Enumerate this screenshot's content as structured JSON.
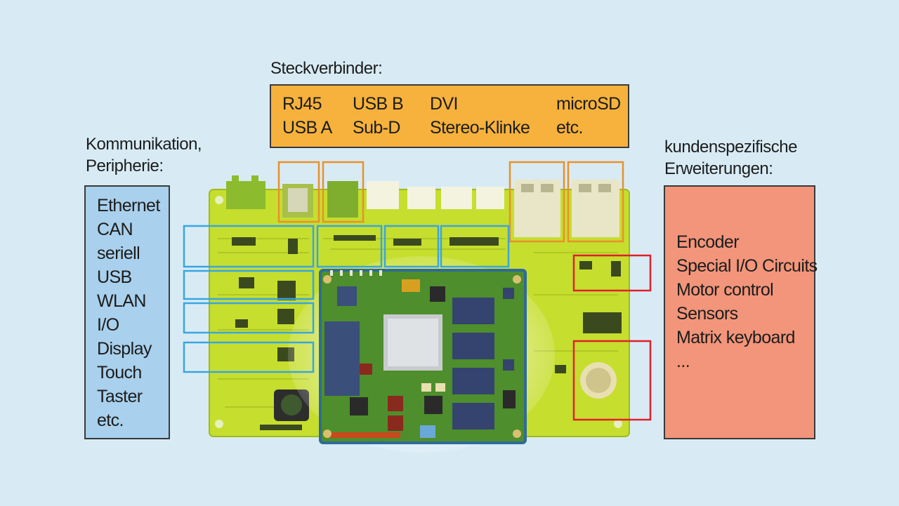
{
  "top": {
    "heading": "Steckverbinder:",
    "connectors": [
      [
        "RJ45",
        "USB B",
        "DVI",
        "microSD"
      ],
      [
        "USB A",
        "Sub-D",
        "Stereo-Klinke",
        "etc."
      ]
    ]
  },
  "left": {
    "heading": [
      "Kommunikation,",
      "Peripherie:"
    ],
    "items": [
      "Ethernet",
      "CAN",
      "seriell",
      "USB",
      "WLAN",
      "I/O",
      "Display",
      "Touch",
      "Taster",
      "etc."
    ]
  },
  "right": {
    "heading": [
      "kundenspezifische",
      "Erweiterungen:"
    ],
    "items": [
      "Encoder",
      "Special I/O Circuits",
      "Motor control",
      "Sensors",
      "Matrix keyboard",
      "..."
    ]
  },
  "colors": {
    "background": "#d8ebf5",
    "connector_box": "#f6b23c",
    "peripheral_box": "#a9d0ec",
    "extension_box": "#f2957a",
    "board": "#c6de2e",
    "module": "#4e8e2c",
    "highlight_orange": "#e8912a",
    "highlight_blue": "#3aa5e0",
    "highlight_red": "#e0202a"
  }
}
